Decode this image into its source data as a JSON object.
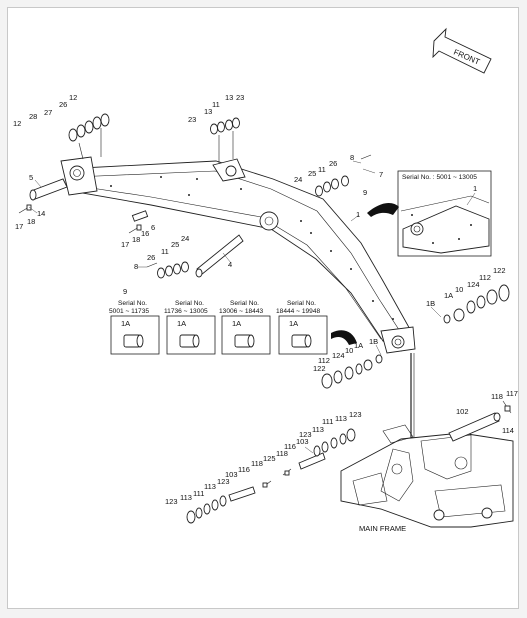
{
  "diagram": {
    "front_label": "FRONT",
    "main_frame_label": "MAIN FRAME",
    "inset": {
      "title": "Serial No. : 5001 ~ 13005",
      "callout": "1"
    },
    "serial_boxes": [
      {
        "serial_label": "Serial No.",
        "range": "5001 ~ 11735",
        "part": "1A"
      },
      {
        "serial_label": "Serial No.",
        "range": "11736 ~ 13005",
        "part": "1A"
      },
      {
        "serial_label": "Serial No.",
        "range": "13006 ~ 18443",
        "part": "1A"
      },
      {
        "serial_label": "Serial No.",
        "range": "18444 ~ 19948",
        "part": "1A"
      }
    ],
    "callouts": {
      "c1": "1",
      "c1a_a": "1A",
      "c1a_b": "1A",
      "c1b_a": "1B",
      "c1b_b": "1B",
      "c4": "4",
      "c5": "5",
      "c6": "6",
      "c7": "7",
      "c8a": "8",
      "c8b": "8",
      "c9a": "9",
      "c9b": "9",
      "c10a": "10",
      "c10b": "10",
      "c11a": "11",
      "c11b": "11",
      "c11c": "11",
      "c12a": "12",
      "c12b": "12",
      "c13a": "13",
      "c13b": "13",
      "c14": "14",
      "c16": "16",
      "c17a": "17",
      "c17b": "17",
      "c18a": "18",
      "c18b": "18",
      "c23a": "23",
      "c23b": "23",
      "c24a": "24",
      "c24b": "24",
      "c25a": "25",
      "c25b": "25",
      "c26a": "26",
      "c26b": "26",
      "c27": "27",
      "c28": "28",
      "c112a": "112",
      "c112b": "112",
      "c122a": "122",
      "c122b": "122",
      "c124a": "124",
      "c124b": "124",
      "c102": "102",
      "c103a": "103",
      "c103b": "103",
      "c111a": "111",
      "c111b": "111",
      "c113a": "113",
      "c113b": "113",
      "c113c": "113",
      "c113d": "113",
      "c114": "114",
      "c116a": "116",
      "c116b": "116",
      "c117": "117",
      "c118a": "118",
      "c118b": "118",
      "c118c": "118",
      "c123a": "123",
      "c123b": "123",
      "c123c": "123",
      "c123d": "123",
      "c125": "125"
    }
  }
}
